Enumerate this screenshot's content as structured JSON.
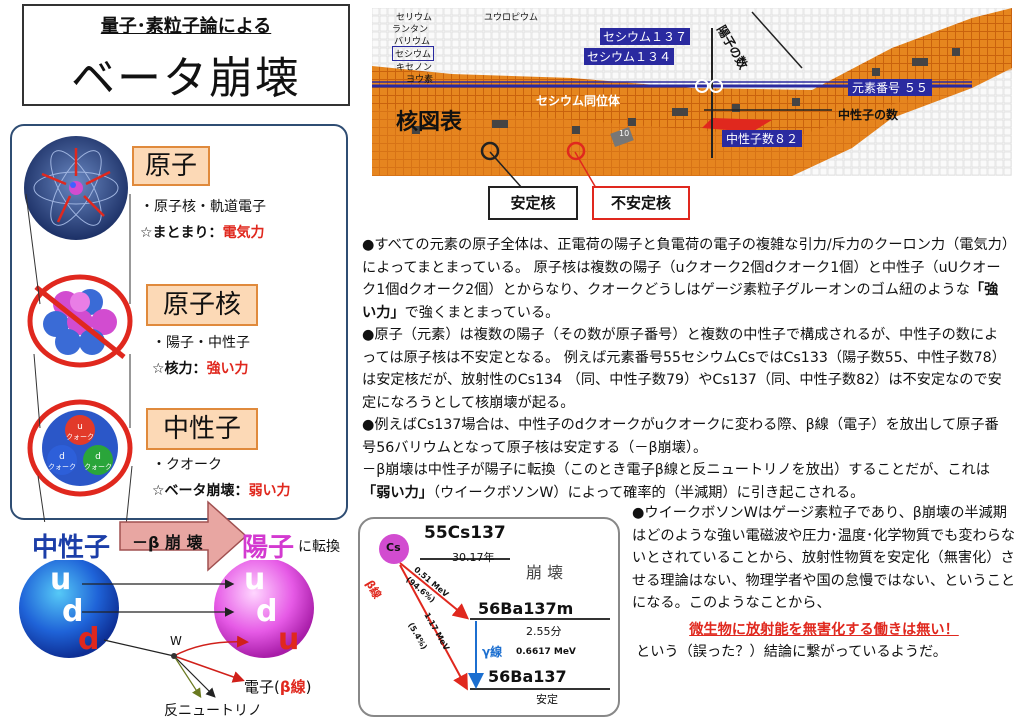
{
  "title": {
    "subtitle": "量子･素粒子論による",
    "main": "ベータ崩壊"
  },
  "left_panel": {
    "atom": {
      "label": "原子",
      "line1": "・原子核・軌道電子",
      "line2_prefix": "☆まとまり：",
      "line2_force": "電気力"
    },
    "nucleus": {
      "label": "原子核",
      "line1": "・陽子・中性子",
      "line2_prefix": "☆核力：",
      "line2_force": "強い力"
    },
    "neutron": {
      "label": "中性子",
      "line1": "・クオーク",
      "line2_prefix": "☆ベータ崩壊：",
      "line2_force": "弱い力"
    },
    "quark_labels": [
      "u\nクォーク",
      "d\nクォーク",
      "d\nクォーク"
    ]
  },
  "conversion": {
    "neutron_label": "中性子",
    "arrow_label": "－β 崩 壊",
    "proton_label": "陽子",
    "suffix": "に転換",
    "neutron_quarks": [
      "u",
      "d",
      "d"
    ],
    "proton_quarks": [
      "u",
      "d",
      "u"
    ],
    "w_label": "W",
    "electron_label": "電子(",
    "electron_beta": "β線",
    "electron_close": ")",
    "antineutrino_label": "反ニュートリノ"
  },
  "nuclide_map": {
    "element_labels": [
      "セリウム",
      "ランタン",
      "バリウム",
      "セシウム",
      "キセノン",
      "ヨウ素",
      "ユウロピウム"
    ],
    "cs137": "セシウム１３７",
    "cs134": "セシウム１３４",
    "proton_axis": "陽子の数",
    "element_no": "元素番号 ５５",
    "isotope_label": "セシウム同位体",
    "map_title": "核図表",
    "neutron_axis": "中性子の数",
    "neutron_no": "中性子数８２",
    "tile_number": "10"
  },
  "stable_label": "安定核",
  "unstable_label": "不安定核",
  "body": {
    "p1_a": "●すべての元素の原子全体は、正電荷の陽子と負電荷の電子の複雑な引力/斥力のクーロン力（電気力）によってまとまっている。 原子核は複数の陽子（uクオーク2個dクオーク1個）と中性子（uUクオーク1個dクオーク2個）とからなり、クオークどうしはゲージ素粒子グルーオンのゴム紐のような",
    "p1_strong": "「強い力」",
    "p1_b": "で強くまとまっている。",
    "p2": "●原子（元素）は複数の陽子（その数が原子番号）と複数の中性子で構成されるが、中性子の数によっては原子核は不安定となる。 例えば元素番号55セシウムCsではCs133（陽子数55、中性子数78）は安定核だが、放射性のCs134 （同、中性子数79）やCs137（同、中性子数82）は不安定なので安定になろうとして核崩壊が起る。",
    "p3": "●例えばCs137場合は、中性子のdクオークがuクオークに変わる際、β線（電子）を放出して原子番号56バリウムとなって原子核は安定する（－β崩壊）。",
    "p4_a": "－β崩壊は中性子が陽子に転換（このとき電子β線と反ニュートリノを放出）することだが、これは",
    "p4_strong": "「弱い力」",
    "p4_b": "（ウイークボソンW）によって確率的（半減期）に引き起こされる。"
  },
  "note": {
    "text": "●ウイークボソンWはゲージ素粒子であり、β崩壊の半減期はどのような強い電磁波や圧力･温度･化学物質でも変わらないとされていることから、放射性物質を安定化（無害化）させる理論はない、物理学者や国の怠慢ではない、ということになる。このようなことから、",
    "warning": "微生物に放射能を無害化する働きは無い！",
    "tail": "という（誤った？）結論に繋がっているようだ。"
  },
  "decay": {
    "cs_icon": "Cs",
    "cs_mass": "55Cs137",
    "cs_halflife": "30.17年",
    "decay_word": "崩 壊",
    "beta_label": "β線",
    "branch1": "0.51 MeV",
    "branch1_pct": "(94.6%)",
    "branch2": "1.17 MeV",
    "branch2_pct": "(5.4%)",
    "ba_meta": "56Ba137m",
    "ba_meta_halflife": "2.55分",
    "gamma_label": "γ線",
    "gamma_energy": "0.6617 MeV",
    "ba_stable": "56Ba137",
    "stable_word": "安定"
  }
}
